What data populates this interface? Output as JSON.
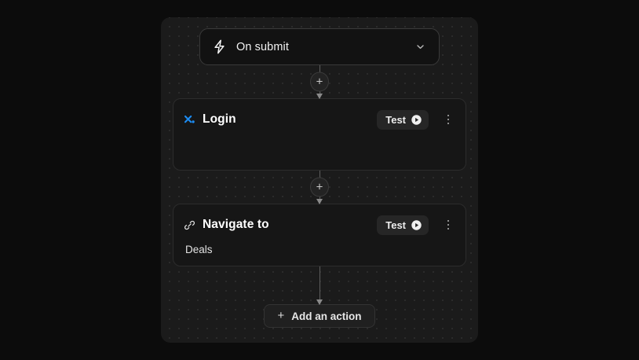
{
  "canvas": {
    "background_color": "#1b1b1b",
    "dot_color": "#2e2e2e",
    "page_background": "#0c0c0c"
  },
  "trigger": {
    "icon": "lightning-bolt-icon",
    "label": "On submit",
    "chevron": "chevron-down-icon"
  },
  "connectors": [
    {
      "type": "plus",
      "label": "+"
    },
    {
      "type": "plus",
      "label": "+"
    },
    {
      "type": "arrow",
      "label": ""
    }
  ],
  "steps": [
    {
      "icon": "xdotcom-cursor-icon",
      "icon_color": "#1d8bf0",
      "title": "Login",
      "subtitle": "",
      "test_label": "Test",
      "test_icon": "play-circle-icon",
      "menu_icon": "kebab-menu-icon"
    },
    {
      "icon": "link-icon",
      "icon_color": "#e8e8e8",
      "title": "Navigate to",
      "subtitle": "Deals",
      "test_label": "Test",
      "test_icon": "play-circle-icon",
      "menu_icon": "kebab-menu-icon"
    }
  ],
  "add_action": {
    "plus": "+",
    "label": "Add an action"
  }
}
